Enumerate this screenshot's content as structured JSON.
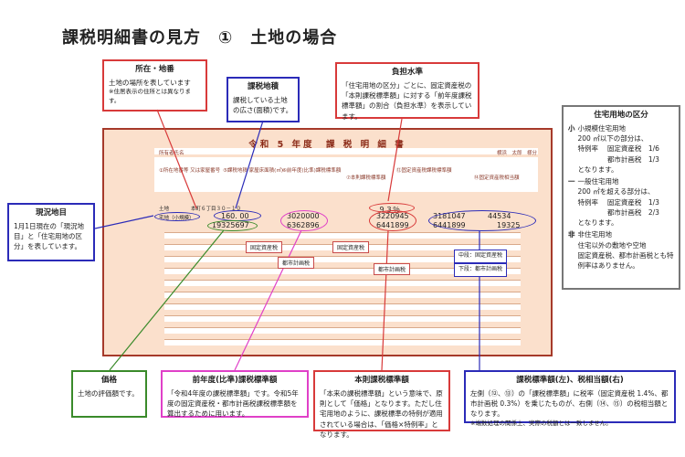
{
  "title": "課税明細書の見方　①　土地の場合",
  "boxes": {
    "location": {
      "heading": "所在・地番",
      "body": "土地の場所を表しています",
      "note": "※住居表示の住所とは異なります。"
    },
    "area": {
      "heading": "課税地積",
      "body": "課税している土地の広さ(面積)です。"
    },
    "burden": {
      "heading": "負担水準",
      "body": "「住宅用地の区分」ごとに、固定資産税の「本則課税標準額」に対する「前年度課税標準額」の割合（負担水準）を表示しています。"
    },
    "current": {
      "heading": "現況地目",
      "body": "1月1日現在の「現況地目」と「住宅用地の区分」を表しています。"
    },
    "price": {
      "heading": "価格",
      "body": "土地の評価額です。"
    },
    "prev": {
      "heading": "前年度(比準)課税標準額",
      "body": "「令和4年度の課税標準額」です。令和5年度の固定資産税・都市計画税課税標準額を算出するために用います。"
    },
    "standard": {
      "heading": "本則課税標準額",
      "body": "「本来の課税標準額」という意味で、原則として「価格」となります。ただし住宅用地のように、課税標準の特例が適用されている場合は、「価格×特例率」となります。"
    },
    "tax": {
      "heading": "課税標準額(左)、税相当額(右)",
      "body": "左側（⑫、⑬）の「課税標準額」に税率（固定資産税 1.4%、都市計画税 0.3%）を乗じたものが、右側（⑭、⑮）の税相当額となります。",
      "note": "※端数処理の関係上、実際の税額とは一致しません。"
    }
  },
  "residential": {
    "heading": "住宅用地の区分",
    "small": {
      "mark": "小",
      "lines": [
        "小規模住宅用地",
        "200 ㎡以下の部分は、",
        "特例率　 固定資産税　1/6",
        "　　　　 都市計画税　1/3",
        "となります。"
      ]
    },
    "general": {
      "mark": "一",
      "lines": [
        "一般住宅用地",
        "200 ㎡を超える部分は、",
        "特例率　 固定資産税　1/3",
        "　　　　 都市計画税　2/3",
        "となります。"
      ]
    },
    "non": {
      "mark": "非",
      "lines": [
        "非住宅用地",
        "住宅以外の敷地や空地",
        "固定資産税、都市計画税とも特例率はありません。"
      ]
    }
  },
  "form": {
    "title": "令和 5 年度　課 税 明 細 書",
    "owner_label": "所有者氏名",
    "owner_right": "横浜　太郎　様分",
    "headers": [
      "①所在地番等 又は家屋番号",
      "⑤課税地積 家屋床面積(㎡)",
      "⑥前年度(比準)課税標準額",
      "⑦本則課税標準額",
      "⑫固定資産税課税標準額",
      "⑭固定資産税相当額"
    ],
    "land_label": "土地",
    "land_address": "本町６丁目３０－１０",
    "chimoku": "宅地（小規模）",
    "area": "160. 00",
    "burden": "９３％",
    "price": "19325697",
    "prev_fixed": "3020000",
    "prev_city": "6362896",
    "std_fixed": "3220945",
    "std_city": "6441899",
    "tax_base_fixed": "3181047",
    "tax_base_city": "6441899",
    "tax_fixed": "44534",
    "tax_city": "19325"
  },
  "tags": {
    "fixed1": "固定資産税",
    "fixed2": "固定資産税",
    "city1": "都市計画税",
    "city2": "都市計画税",
    "mid": "中段：固定資産税",
    "low": "下段：都市計画税"
  }
}
